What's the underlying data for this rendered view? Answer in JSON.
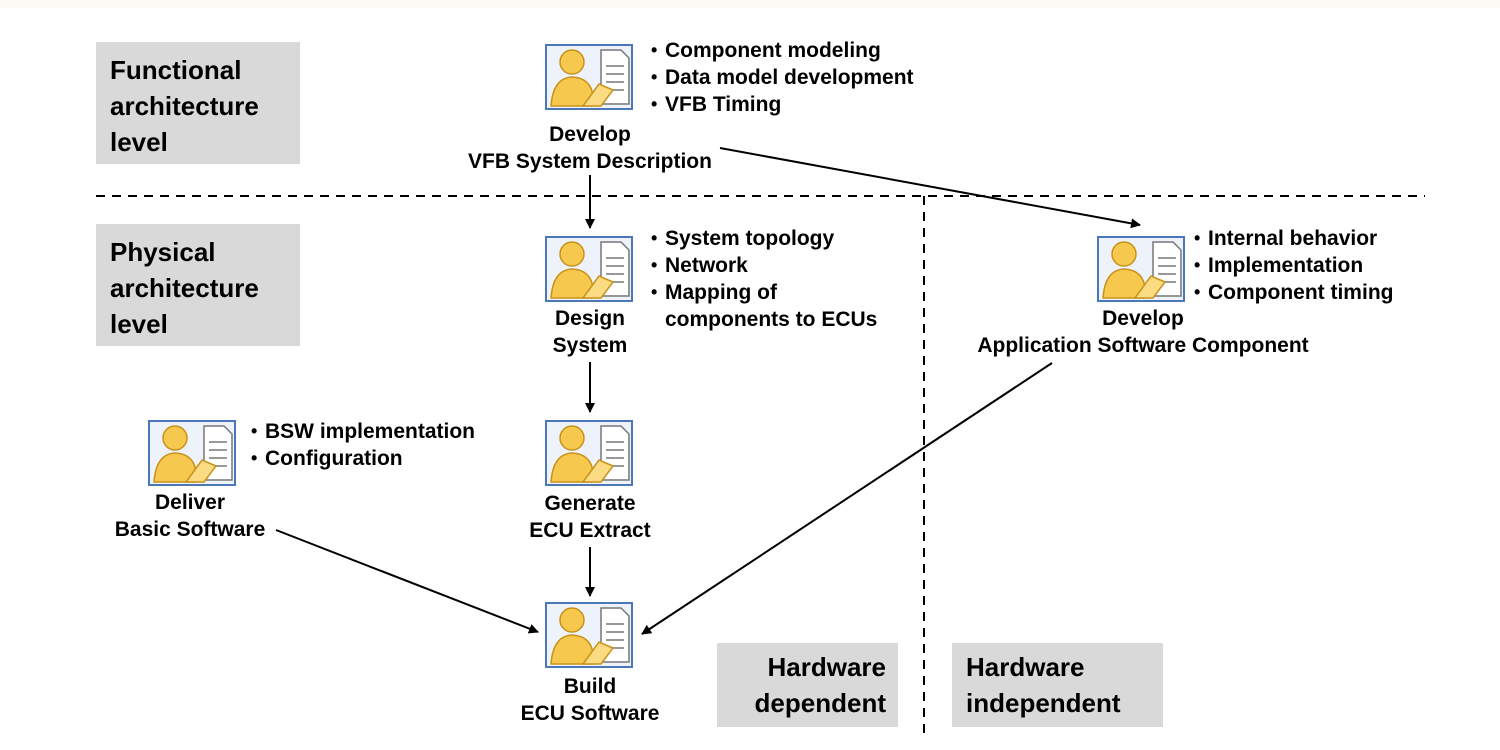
{
  "levels": {
    "functional": [
      "Functional",
      "architecture",
      "level"
    ],
    "physical": [
      "Physical",
      "architecture",
      "level"
    ]
  },
  "hardware": {
    "dependent": [
      "Hardware",
      "dependent"
    ],
    "independent": [
      "Hardware",
      "independent"
    ]
  },
  "tasks": {
    "develop_vfb": {
      "caption": [
        "Develop",
        "VFB System Description"
      ],
      "icon": "worker-document-icon",
      "bullets": [
        "Component modeling",
        "Data model development",
        "VFB Timing"
      ]
    },
    "design_system": {
      "caption": [
        "Design",
        "System"
      ],
      "icon": "worker-document-icon",
      "bullets": [
        "System topology",
        "Network",
        "Mapping of",
        "components to ECUs"
      ]
    },
    "develop_swc": {
      "caption": [
        "Develop",
        "Application Software Component"
      ],
      "icon": "worker-document-icon",
      "bullets": [
        "Internal behavior",
        "Implementation",
        "Component timing"
      ]
    },
    "deliver_bsw": {
      "caption": [
        "Deliver",
        "Basic Software"
      ],
      "icon": "worker-document-icon",
      "bullets": [
        "BSW implementation",
        "Configuration"
      ]
    },
    "generate_extract": {
      "caption": [
        "Generate",
        "ECU Extract"
      ],
      "icon": "worker-document-icon"
    },
    "build_ecu": {
      "caption": [
        "Build",
        "ECU Software"
      ],
      "icon": "worker-document-icon"
    }
  },
  "colors": {
    "label_bg": "#d9d9d9",
    "icon_frame": "#4a78b8",
    "icon_person": "#f6c94e",
    "icon_person_dark": "#c8921a"
  }
}
